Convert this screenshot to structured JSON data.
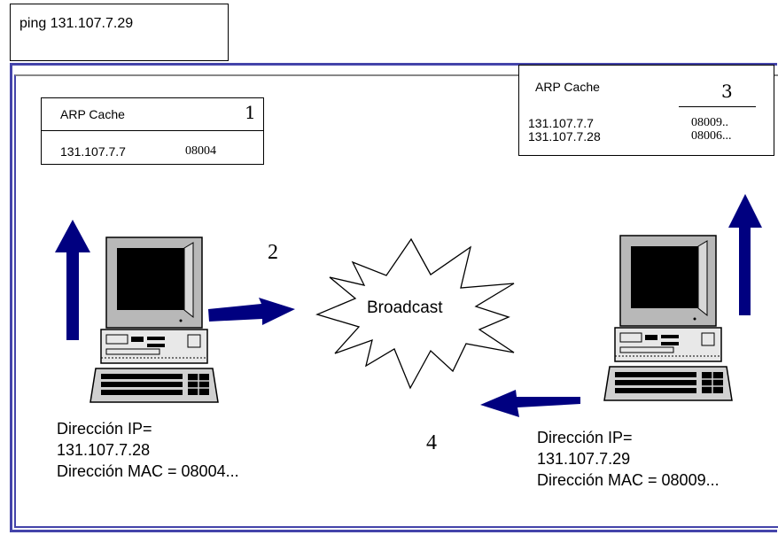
{
  "command": "ping 131.107.7.29",
  "arp_cache_1": {
    "title": "ARP Cache",
    "step": "1",
    "entries": [
      {
        "ip": "131.107.7.7",
        "mac": "08004"
      }
    ]
  },
  "arp_cache_3": {
    "title": "ARP Cache",
    "step": "3",
    "entries": [
      {
        "ip": "131.107.7.7",
        "mac": "08009.."
      },
      {
        "ip": "131.107.7.28",
        "mac": "08006..."
      }
    ]
  },
  "steps": {
    "two": "2",
    "four": "4"
  },
  "broadcast": "Broadcast",
  "host_left": {
    "ip_label": "Dirección IP=",
    "ip": "131.107.7.28",
    "mac_line": "Dirección MAC = 08004..."
  },
  "host_right": {
    "ip_label": "Dirección IP=",
    "ip": "131.107.7.29",
    "mac_line": "Dirección MAC = 08009..."
  },
  "colors": {
    "arrow": "#000080",
    "frame": "#4444aa",
    "monitor": "#b8b8b8"
  }
}
